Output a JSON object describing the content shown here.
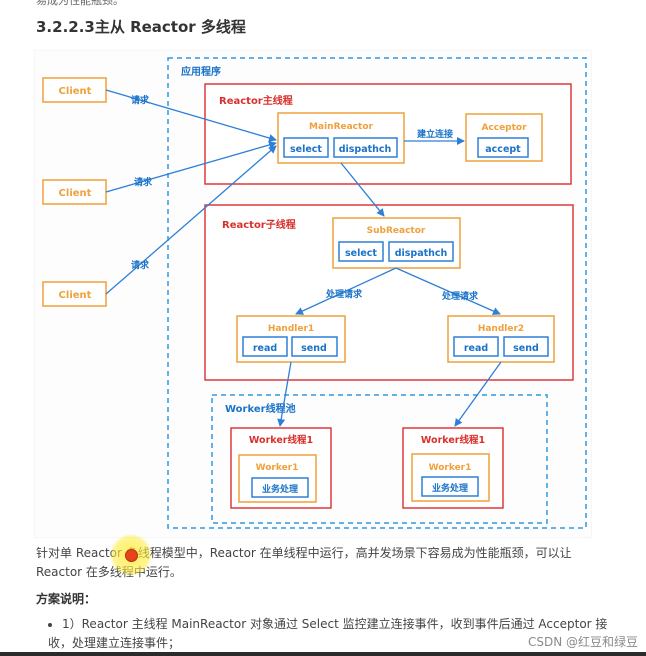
{
  "top_cut_text": "易成为性能瓶颈。",
  "heading": "3.2.2.3主从 Reactor 多线程",
  "diagram": {
    "app_label": "应用程序",
    "clients": [
      "Client",
      "Client",
      "Client"
    ],
    "request_labels": [
      "请求",
      "请求",
      "请求"
    ],
    "main_thread_label": "Reactor主线程",
    "main_reactor": {
      "title": "MainReactor",
      "select": "select",
      "dispatch": "dispathch"
    },
    "connect_label": "建立连接",
    "acceptor": {
      "title": "Acceptor",
      "method": "accept"
    },
    "sub_thread_label": "Reactor子线程",
    "sub_reactor": {
      "title": "SubReactor",
      "select": "select",
      "dispatch": "dispathch"
    },
    "handle_labels": [
      "处理请求",
      "处理请求"
    ],
    "handlers": [
      {
        "title": "Handler1",
        "read": "read",
        "send": "send"
      },
      {
        "title": "Handler2",
        "read": "read",
        "send": "send"
      }
    ],
    "worker_pool_label": "Worker线程池",
    "workers": [
      {
        "title": "Worker线程1",
        "inner": "Worker1",
        "task": "业务处理"
      },
      {
        "title": "Worker线程1",
        "inner": "Worker1",
        "task": "业务处理"
      }
    ]
  },
  "paragraph": "针对单 Reactor 多线程模型中，Reactor 在单线程中运行，高并发场景下容易成为性能瓶颈，可以让 Reactor 在多线程中运行。",
  "subheading": "方案说明：",
  "bullet": "1）Reactor 主线程 MainReactor 对象通过 Select 监控建立连接事件，收到事件后通过 Acceptor 接收，处理建立连接事件；",
  "watermark": "CSDN @红豆和绿豆",
  "colors": {
    "orange": "#f0a03c",
    "red": "#e0383b",
    "blue": "#2f7fd8",
    "label_blue": "#1a73c9",
    "label_red": "#d9302c"
  }
}
